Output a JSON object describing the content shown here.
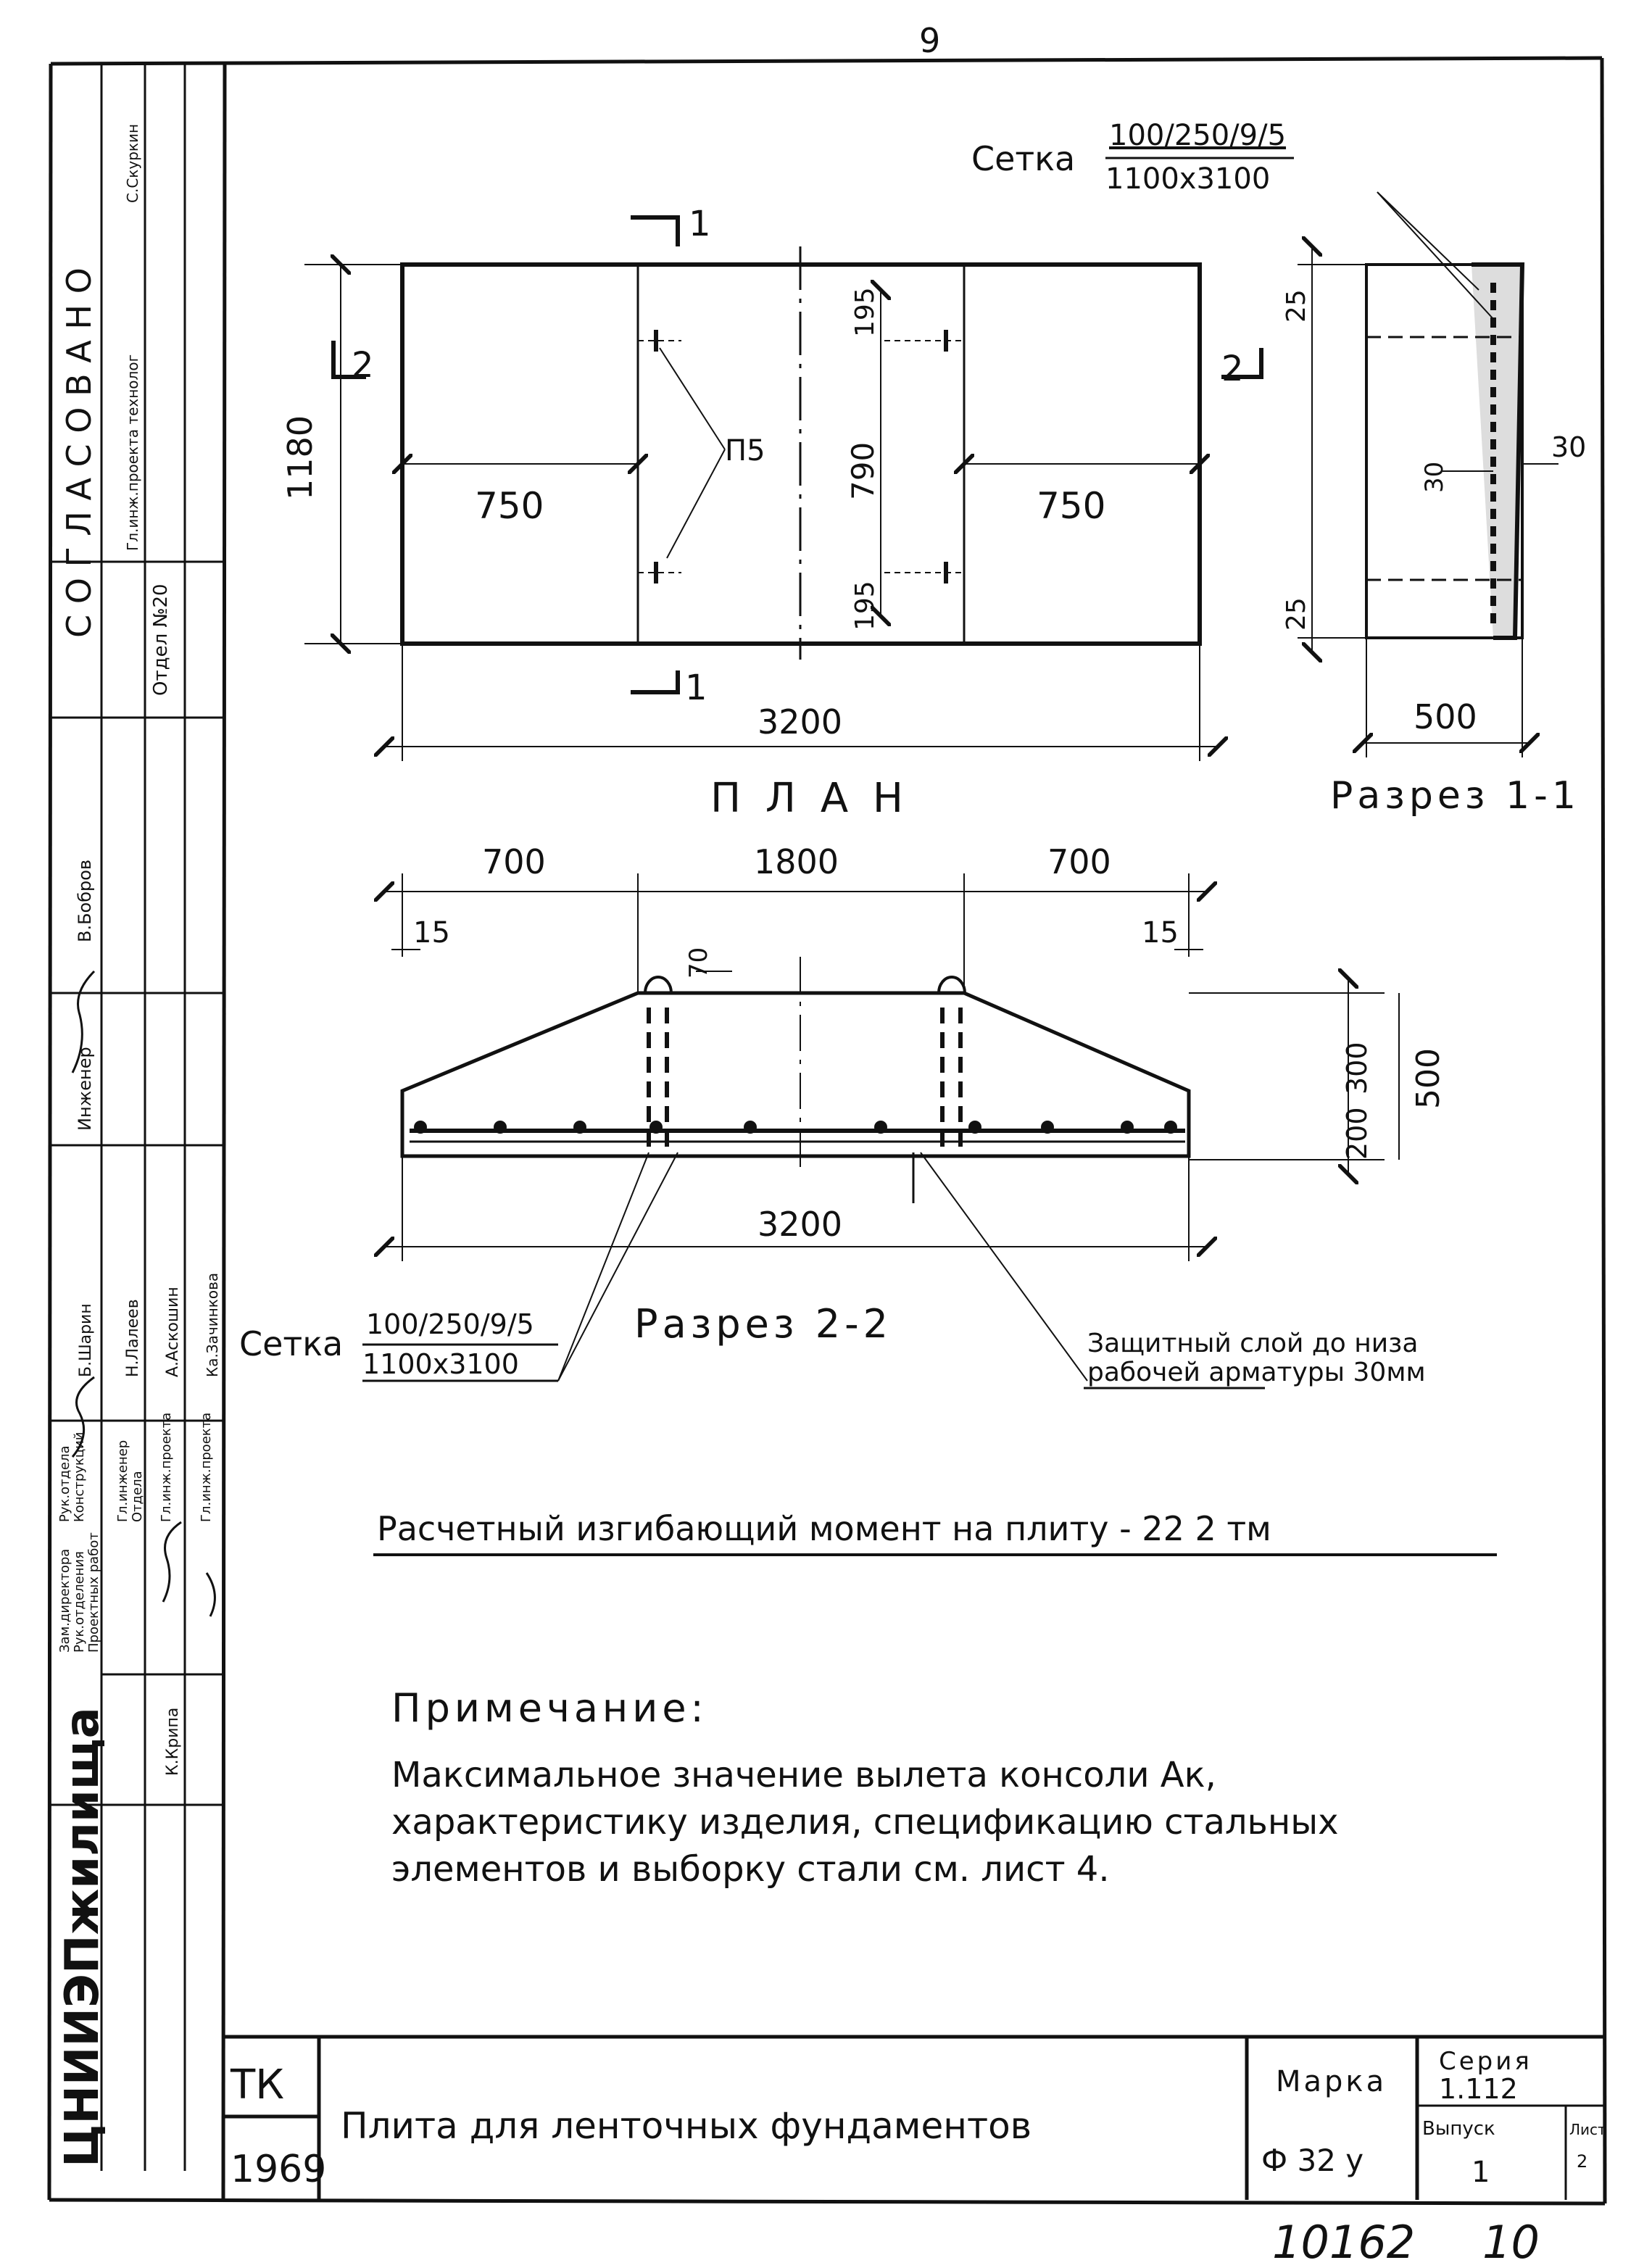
{
  "page": {
    "top_number": "9",
    "bottom_code": "10162",
    "bottom_sheet": "10"
  },
  "plan": {
    "title": "П Л А Н",
    "dim_width": "3200",
    "dim_height": "1180",
    "dim_left_bay": "750",
    "dim_right_bay": "750",
    "dim_mid": "790",
    "dim_top_gap": "195",
    "dim_bottom_gap": "195",
    "loop_label": "П5",
    "section1_top": "1",
    "section1_bottom": "1",
    "section2_left": "2",
    "section2_right": "2"
  },
  "section11": {
    "title": "Разрез 1-1",
    "mesh_label": "Сетка",
    "mesh_num": "100/250/9/5",
    "mesh_den": "1100x3100",
    "dim_top": "25",
    "dim_bottom": "25",
    "dim_inner": "30",
    "dim_right": "30",
    "dim_width": "500"
  },
  "section22": {
    "title": "Разрез 2-2",
    "dim_left": "700",
    "dim_mid": "1800",
    "dim_right": "700",
    "dim_edge_left": "15",
    "dim_edge_right": "15",
    "dim_loop": "70",
    "dim_h_top": "300",
    "dim_h_bottom": "200",
    "dim_h_total": "500",
    "dim_width": "3200",
    "mesh_label": "Сетка",
    "mesh_num": "100/250/9/5",
    "mesh_den": "1100x3100",
    "protect_line1": "Защитный слой до низа",
    "protect_line2": "рабочей арматуры 30мм"
  },
  "moment_text": "Расчетный изгибающий момент на плиту - 22 2 тм",
  "note": {
    "heading": "Примечание:",
    "line1": "Максимальное значение вылета консоли Ак,",
    "line2": "характеристику изделия, спецификацию стальных",
    "line3": "элементов и выборку стали см. лист 4."
  },
  "title_block": {
    "org": "ЦНИИЭПжилища",
    "code": "ТК",
    "year": "1969",
    "title": "Плита для ленточных фундаментов",
    "marka_label": "Марка",
    "marka_value": "Ф 32 у",
    "series_label": "Серия",
    "series_value": "1.112",
    "issue_label": "Выпуск",
    "issue_value": "1",
    "sheet_label": "Лист",
    "sheet_value": "2"
  },
  "side_stamp": {
    "agreed": "С О Г Л А С О В А Н О",
    "dept": "Отдел №20",
    "head_eng": "Гл.инж.проекта технолог",
    "agreed_name": "С.Скуркин",
    "engineer": "Инженер",
    "engineer_name": "В.Бобров",
    "roles": [
      "Зам.директора",
      "Рук.отделения",
      "Проектных работ",
      "Рук.отдела",
      "Конструкций",
      "Гл.инженер",
      "Отдела",
      "Гл.инж.проекта",
      "Гл.инж.проекта"
    ],
    "names": [
      "К.Крипа",
      "Б.Шарин",
      "Н.Лалеев",
      "А.Аскошин",
      "Ка.Зачинкова"
    ]
  }
}
